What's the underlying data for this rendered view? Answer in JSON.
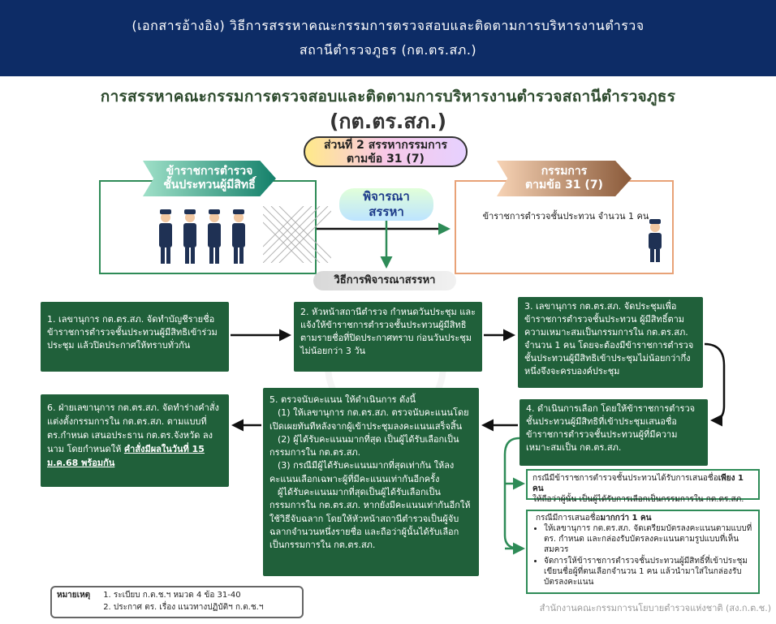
{
  "header": {
    "line1": "(เอกสารอ้างอิง)  วิธีการสรรหาคณะกรรมการตรวจสอบและติดตามการบริหารงานตำรวจ",
    "line2": "สถานีตำรวจภูธร (กต.ตร.สภ.)"
  },
  "title": {
    "main": "การสรรหาคณะกรรมการตรวจสอบและติดตามการบริหารงานตำรวจสถานีตำรวจภูธร",
    "abbr": "(กต.ตร.สภ.)"
  },
  "section": {
    "line1": "ส่วนที่ 2 สรรหากรรมการ",
    "line2": "ตามข้อ 31 (7)"
  },
  "left_group": {
    "line1": "ข้าราชการตำรวจ",
    "line2": "ชั้นประทวนผู้มีสิทธิ์"
  },
  "consider": {
    "line1": "พิจารณา",
    "line2": "สรรหา"
  },
  "right_group": {
    "line1": "กรรมการ",
    "line2": "ตามข้อ 31 (7)",
    "text": "ข้าราชการตำรวจชั้นประทวน จำนวน 1 คน"
  },
  "method": "วิธีการพิจารณาสรรหา",
  "steps": {
    "s1": "1. เลขานุการ กต.ตร.สภ. จัดทำบัญชีรายชื่อข้าราชการตำรวจชั้นประทวนผู้มีสิทธิเข้าร่วมประชุม แล้วปิดประกาศให้ทราบทั่วกัน",
    "s2": "2. หัวหน้าสถานีตำรวจ กำหนดวันประชุม และแจ้งให้ข้าราชการตำรวจชั้นประทวนผู้มีสิทธิตามรายชื่อที่ปิดประกาศทราบ ก่อนวันประชุมไม่น้อยกว่า 3 วัน",
    "s3": "3. เลขานุการ กต.ตร.สภ. จัดประชุมเพื่อข้าราชการตำรวจชั้นประทวน ผู้มีสิทธิ์ตามความเหมาะสมเป็นกรรมการใน กต.ตร.สภ. จำนวน 1 คน โดยจะต้องมีข้าราชการตำรวจชั้นประทวนผู้มีสิทธิเข้าประชุมไม่น้อยกว่ากึ่งหนึ่งจึงจะครบองค์ประชุม",
    "s4": "4. ดำเนินการเลือก โดยให้ข้าราชการตำรวจชั้นประทวนผู้มีสิทธิที่เข้าประชุมเสนอชื่อข้าราชการตำรวจชั้นประทวนผู้ที่มีความเหมาะสมเป็น กต.ตร.สภ.",
    "s5_title": "5. ตรวจนับคะแนน ให้ดำเนินการ ดังนี้",
    "s5_p1": "(1) ให้เลขานุการ กต.ตร.สภ. ตรวจนับคะแนนโดยเปิดเผยทันทีหลังจากผู้เข้าประชุมลงคะแนนเสร็จสิ้น",
    "s5_p2": "(2) ผู้ได้รับคะแนนมากที่สุด เป็นผู้ได้รับเลือกเป็นกรรมการใน กต.ตร.สภ.",
    "s5_p3": "(3) กรณีมีผู้ได้รับคะแนนมากที่สุดเท่ากัน ให้ลงคะแนนเลือกเฉพาะผู้ที่มีคะแนนเท่ากันอีกครั้ง",
    "s5_p4": "ผู้ได้รับคะแนนมากที่สุดเป็นผู้ได้รับเลือกเป็นกรรมการใน กต.ตร.สภ. หากยังมีคะแนนเท่ากันอีกให้ใช้วิธีจับฉลาก โดยให้หัวหน้าสถานีตำรวจเป็นผู้จับฉลากจำนวนหนึ่งรายชื่อ และถือว่าผู้นั้นได้รับเลือกเป็นกรรมการใน กต.ตร.สภ.",
    "s6": "6. ฝ่ายเลขานุการ กต.ตร.สภ. จัดทำร่างคำสั่งแต่งตั้งกรรมการใน กต.ตร.สภ. ตามแบบที่ ตร.กำหนด เสนอประธาน กต.ตร.จังหวัด ลงนาม โดยกำหนดให้",
    "s6_bold": "คำสั่งมีผลในวันที่ 15 ม.ค.68 พร้อมกัน"
  },
  "case1": {
    "pre": "กรณีมีข้าราชการตำรวจชั้นประทวนได้รับการเสนอชื่อ",
    "bold": "เพียง 1 คน",
    "post": "ให้ถือว่าผู้นั้น เป็นผู้ได้รับการเลือกเป็นกรรมการใน กต.ตร.สภ."
  },
  "case2": {
    "pre": "กรณีมีการเสนอชื่อ",
    "bold": "มากกว่า 1 คน",
    "items": [
      "ให้เลขานุการ กต.ตร.สภ. จัดเตรียมบัตรลงคะแนนตามแบบที่ ตร. กำหนด และกล่องรับบัตรลงคะแนนตามรูปแบบที่เห็นสมควร",
      "จัดการให้ข้าราชการตำรวจชั้นประทวนผู้มีสิทธิ์ที่เข้าประชุมเขียนชื่อผู้ที่ตนเลือกจำนวน 1 คน แล้วนำมาใส่ในกล่องรับบัตรลงคะแนน"
    ]
  },
  "notes": {
    "label": "หมายเหตุ",
    "item1": "1. ระเบียบ ก.ต.ช.ฯ หมวด 4 ข้อ 31-40",
    "item2": "2. ประกาศ ตร. เรื่อง แนวทางปฏิบัติฯ ก.ต.ช.ฯ"
  },
  "footer": "สำนักงานคณะกรรมการนโยบายตำรวจแห่งชาติ (สง.ก.ต.ช.)",
  "icons": {
    "left": "police-officers-icon",
    "right": "police-officer-icon"
  },
  "colors": {
    "header_bg": "#0d2c66",
    "step_bg": "#20603a",
    "panel_border_left": "#2e8b57",
    "panel_border_right": "#e8a277"
  }
}
